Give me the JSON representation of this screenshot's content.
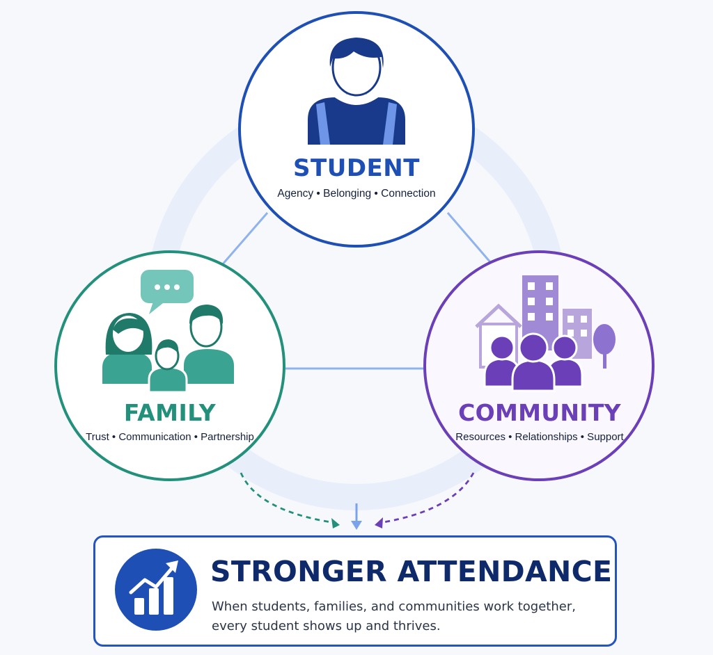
{
  "student": {
    "title": "STUDENT",
    "subtitle": "Agency • Belonging • Connection",
    "color": "#1e4fb5"
  },
  "family": {
    "title": "FAMILY",
    "subtitle": "Trust • Communication • Partnership",
    "color": "#23907c"
  },
  "community": {
    "title": "COMMUNITY",
    "subtitle": "Resources • Relationships • Support",
    "color": "#6a3fb7"
  },
  "outcome": {
    "title": "STRONGER ATTENDANCE",
    "line1": "When students, families, and communities work together,",
    "line2": "every student shows up and thrives.",
    "icon": "growth-chart-icon",
    "color": "#1e4fb5"
  }
}
